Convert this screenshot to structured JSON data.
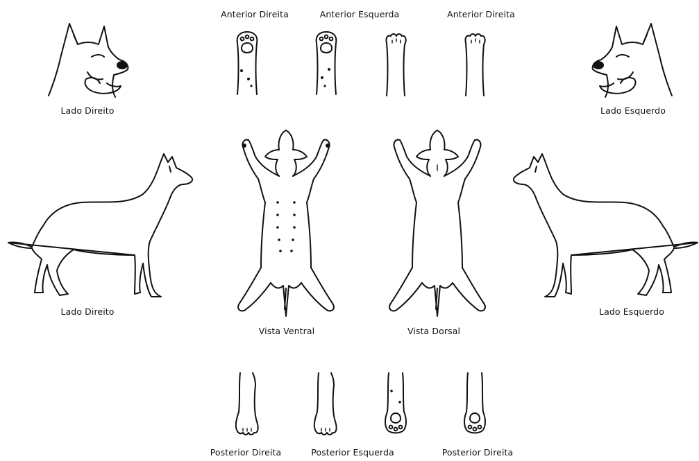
{
  "labels": {
    "head_right": "Lado Direito",
    "head_left": "Lado Esquerdo",
    "body_right": "Lado Direito",
    "body_left": "Lado Esquerdo",
    "ventral": "Vista Ventral",
    "dorsal": "Vista Dorsal",
    "front_1": "Anterior Direita",
    "front_2": "Anterior Esquerda",
    "front_3": "Anterior Direita",
    "hind_1": "Posterior Direita",
    "hind_2": "Posterior Esquerda",
    "hind_3": "Posterior Direita"
  },
  "colors": {
    "line": "#111111",
    "background": "#ffffff"
  }
}
